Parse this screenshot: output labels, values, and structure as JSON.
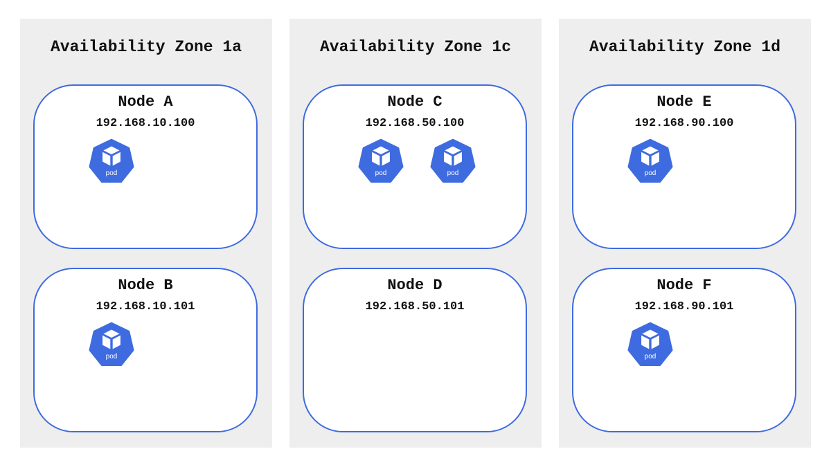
{
  "zones": [
    {
      "title": "Availability Zone 1a",
      "nodes": [
        {
          "name": "Node A",
          "ip": "192.168.10.100",
          "pods": [
            {
              "label": "pod"
            }
          ]
        },
        {
          "name": "Node B",
          "ip": "192.168.10.101",
          "pods": [
            {
              "label": "pod"
            }
          ]
        }
      ]
    },
    {
      "title": "Availability Zone 1c",
      "nodes": [
        {
          "name": "Node C",
          "ip": "192.168.50.100",
          "pods": [
            {
              "label": "pod"
            },
            {
              "label": "pod"
            }
          ]
        },
        {
          "name": "Node D",
          "ip": "192.168.50.101",
          "pods": []
        }
      ]
    },
    {
      "title": "Availability Zone 1d",
      "nodes": [
        {
          "name": "Node E",
          "ip": "192.168.90.100",
          "pods": [
            {
              "label": "pod"
            }
          ]
        },
        {
          "name": "Node F",
          "ip": "192.168.90.101",
          "pods": [
            {
              "label": "pod"
            }
          ]
        }
      ]
    }
  ],
  "colors": {
    "zone_background": "#eeeeee",
    "node_border": "#3f6be0",
    "pod_fill": "#3f6be0"
  },
  "icons": {
    "pod": "kubernetes-pod-icon"
  }
}
